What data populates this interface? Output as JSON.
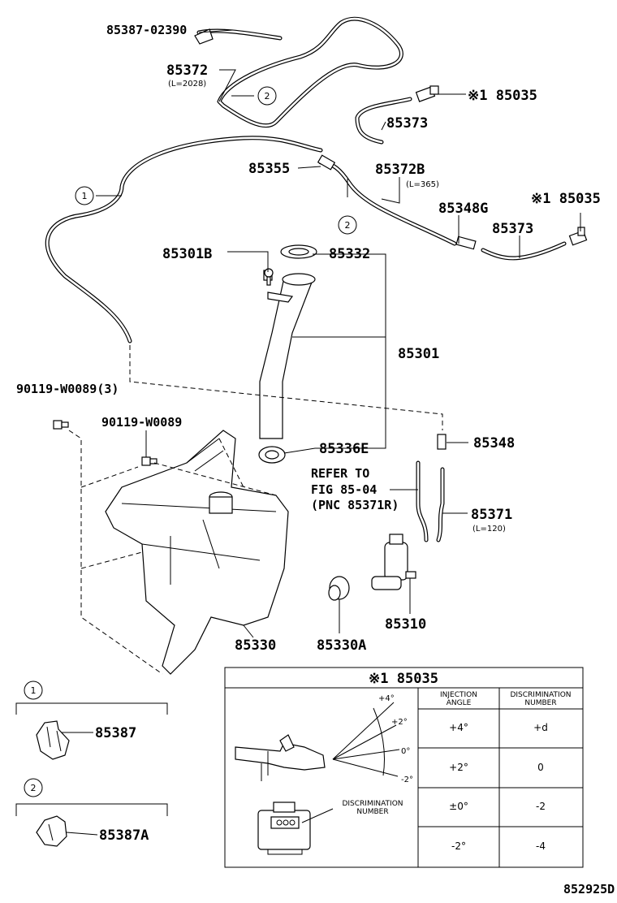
{
  "labels": {
    "p85387_02390": "85387-02390",
    "p85372": "85372",
    "p85372_len": "(L=2028)",
    "p85035_top": "※1 85035",
    "p85373_top": "85373",
    "p85355": "85355",
    "p85372B": "85372B",
    "p85372B_len": "(L=365)",
    "p85348G": "85348G",
    "p85035_right": "※1 85035",
    "p85373_right": "85373",
    "p85301B": "85301B",
    "p85332": "85332",
    "p85301": "85301",
    "p90119_3": "90119-W0089(3)",
    "p90119": "90119-W0089",
    "p85336E": "85336E",
    "p85348": "85348",
    "refer_line1": "REFER TO",
    "refer_line2": "FIG 85-04",
    "refer_line3": "(PNC 85371R)",
    "p85371": "85371",
    "p85371_len": "(L=120)",
    "p85330": "85330",
    "p85330A": "85330A",
    "p85310": "85310",
    "p85387": "85387",
    "p85387A": "85387A",
    "figure_code": "852925D"
  },
  "callouts": {
    "one": "1",
    "two": "2"
  },
  "detail": {
    "title": "※1 85035",
    "angle_labels": [
      "+4°",
      "+2°",
      "0°",
      "-2°"
    ],
    "connector_label_1": "DISCRIMINATION",
    "connector_label_2": "NUMBER",
    "table": {
      "headers": [
        [
          "INJECTION",
          "ANGLE"
        ],
        [
          "DISCRIMINATION",
          "NUMBER"
        ]
      ],
      "rows": [
        [
          "+4°",
          "+d"
        ],
        [
          "+2°",
          "0"
        ],
        [
          "±0°",
          "-2"
        ],
        [
          "-2°",
          "-4"
        ]
      ]
    }
  }
}
